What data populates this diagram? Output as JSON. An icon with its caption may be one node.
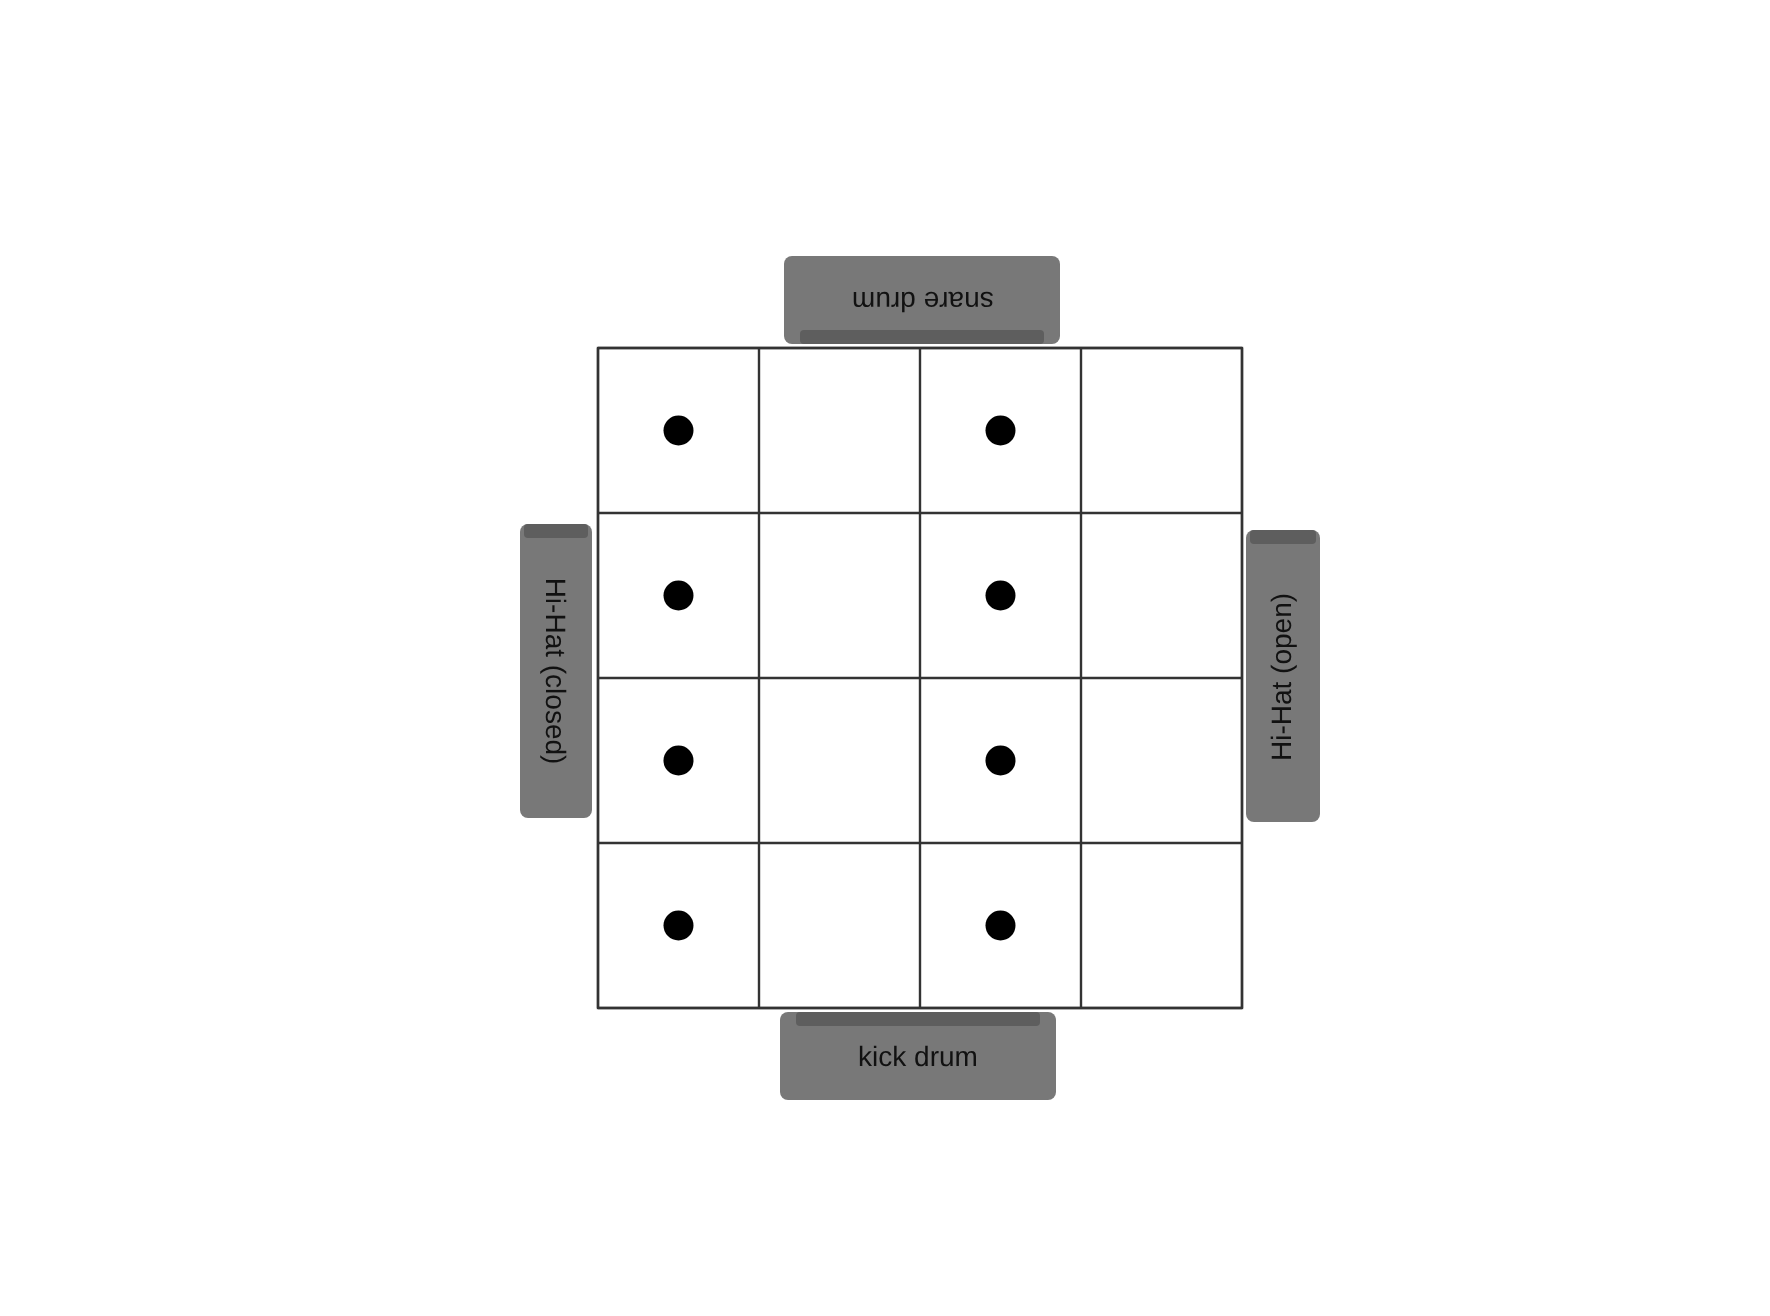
{
  "diagram": {
    "nodes": [
      {
        "text": [
          "snare drum"
        ]
      },
      {
        "text": [
          "Hi-Hat (closed)"
        ]
      },
      {
        "text": [
          "Hi-Hat (open)"
        ]
      },
      {
        "text": [
          "kick drum"
        ]
      }
    ],
    "edges": []
  }
}
